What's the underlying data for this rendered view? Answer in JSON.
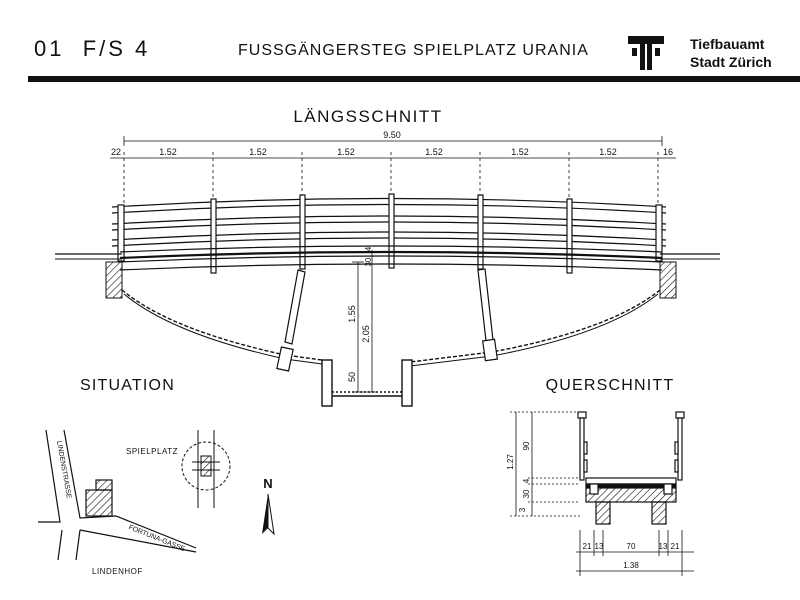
{
  "header": {
    "sheet_code": "01  F/S 4",
    "project_title": "FUSSGÄNGERSTEG SPIELPLATZ URANIA",
    "agency_line1": "Tiefbauamt",
    "agency_line2": "Stadt Zürich"
  },
  "long_section": {
    "title": "LÄNGSSCHNITT",
    "overall_span": "9.50",
    "end_left": "22",
    "end_right": "16",
    "bays": [
      "1.52",
      "1.52",
      "1.52",
      "1.52",
      "1.52",
      "1.52"
    ],
    "deck_dims": [
      "30",
      "4"
    ],
    "post_height": "1.55",
    "total_height": "2.05",
    "footing_depth": "50"
  },
  "situation": {
    "title": "SITUATION",
    "labels": {
      "street1": "LINDENSTRASSE",
      "street2": "FORTUNA-GASSE",
      "area": "LINDENHOF",
      "playground": "SPIELPLATZ",
      "north": "N"
    }
  },
  "cross_section": {
    "title": "QUERSCHNITT",
    "vertical_dims": [
      "1.27",
      "90",
      "4",
      "30",
      "3"
    ],
    "horizontal_dims": [
      "21",
      "13",
      "70",
      "13",
      "21"
    ],
    "total_width": "1.38"
  },
  "colors": {
    "ink": "#111111",
    "paper": "#ffffff"
  }
}
